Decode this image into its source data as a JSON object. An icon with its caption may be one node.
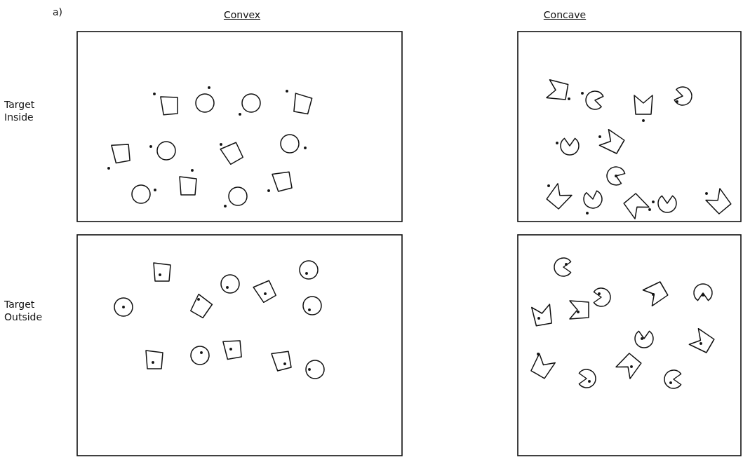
{
  "diagram": {
    "labels": [
      "a)",
      "Convex",
      "Concave",
      "Target Inside",
      "Target Outside"
    ]
  }
}
